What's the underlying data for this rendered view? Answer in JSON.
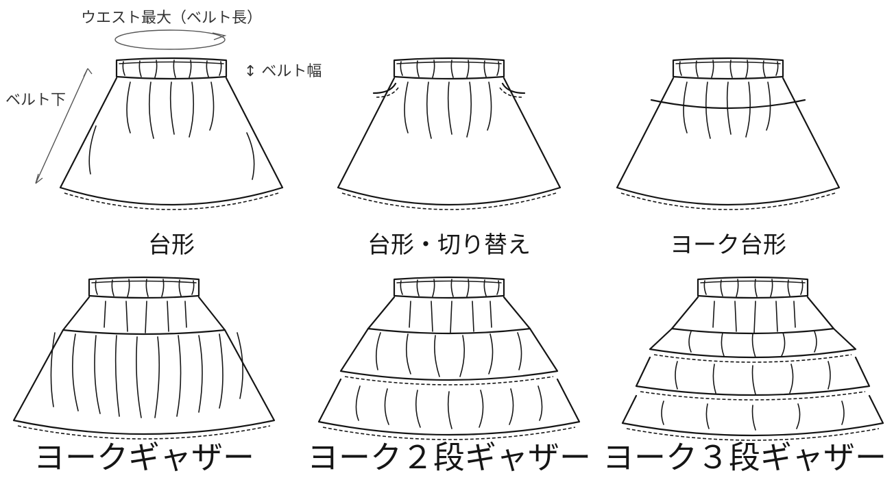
{
  "annotations": {
    "waist_max": "ウエスト最大（ベルト長）",
    "belt_width": "↕ ベルト幅",
    "below_belt": "ベルト下"
  },
  "skirts": [
    {
      "name": "台形"
    },
    {
      "name": "台形・切り替え"
    },
    {
      "name": "ヨーク台形"
    },
    {
      "name": "ヨークギャザー"
    },
    {
      "name": "ヨーク２段ギャザー"
    },
    {
      "name": "ヨーク３段ギャザー"
    }
  ]
}
